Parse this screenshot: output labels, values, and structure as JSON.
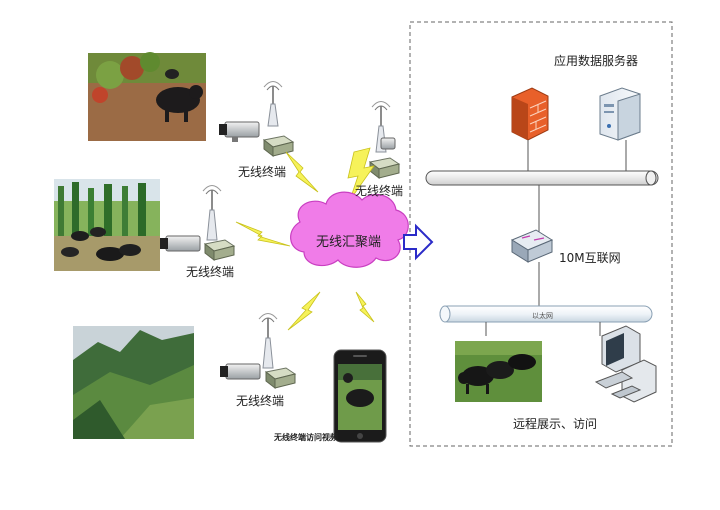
{
  "labels": {
    "server_title": "应用数据服务器",
    "terminal": "无线终端",
    "hub": "无线汇聚端",
    "internet": "10M互联网",
    "lan": "以太网",
    "remote": "远程展示、访问",
    "phone_caption": "无线终端访问视频"
  },
  "colors": {
    "cloud_fill": "#f07ce8",
    "cloud_stroke": "#c93fc1",
    "arrow_fill": "#ffffff",
    "arrow_stroke": "#2b2bc8",
    "lightning_fill": "#f6f25a",
    "lightning_stroke": "#c9c21c",
    "dashed_border": "#666666",
    "firewall": "#e8602a",
    "bus_fill": "#f4f4f4"
  },
  "icons": [
    "pig-farm-photo",
    "bamboo-farm-photo",
    "mountain-photo",
    "camera-icon",
    "antenna-icon",
    "router-icon",
    "firewall-icon",
    "server-icon",
    "switch-icon",
    "computer-icon",
    "smartphone-icon",
    "lightning-icon",
    "cloud-icon",
    "arrow-icon"
  ]
}
